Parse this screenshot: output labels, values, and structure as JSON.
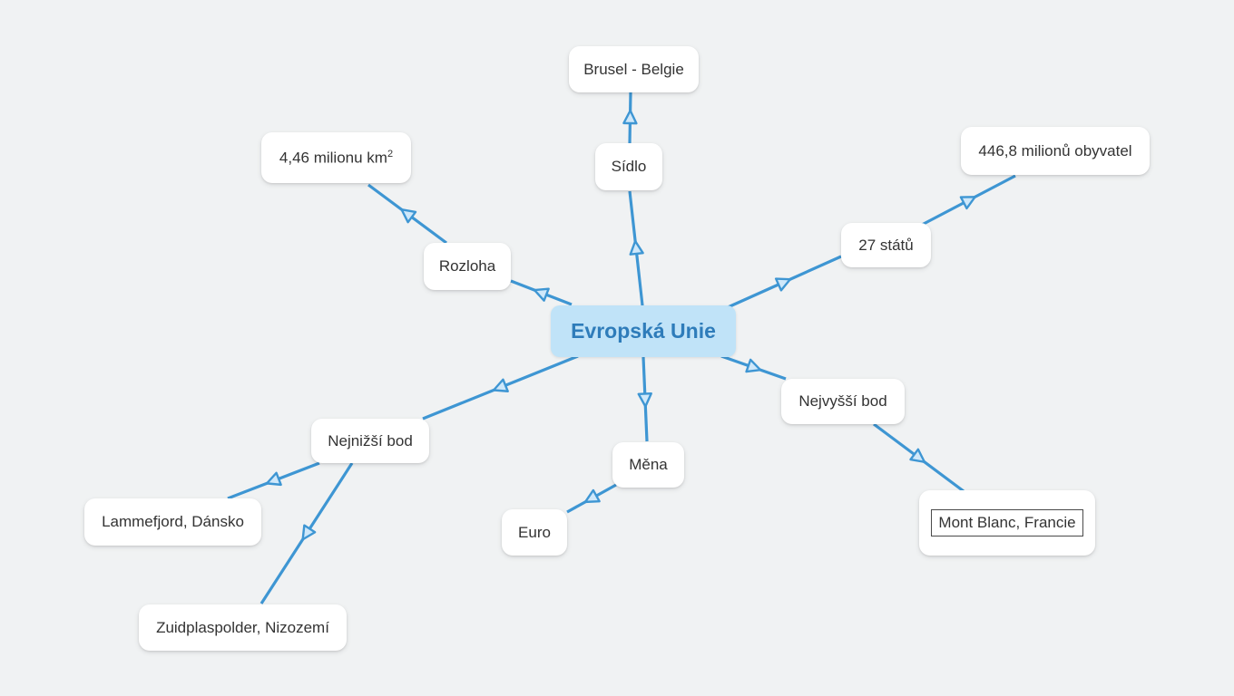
{
  "colors": {
    "canvas-bg": "#f0f2f3",
    "edge-blue": "#3e96d3",
    "arrowhead-fill": "#cfe8fa",
    "center-node-bg": "#c0e3f8",
    "center-node-text": "#2e7cba",
    "node-text": "#333333",
    "node-bg": "#ffffff",
    "editbox-border": "#4a4a4a"
  },
  "mindmap": {
    "root": {
      "label": "Evropská Unie"
    },
    "nodes": {
      "sidlo": {
        "label": "Sídlo"
      },
      "brusel": {
        "label": "Brusel - Belgie"
      },
      "rozloha": {
        "label": "Rozloha"
      },
      "rozloha_value": {
        "label": "4,46 milionu km",
        "superscript": "2"
      },
      "staty": {
        "label": "27 států"
      },
      "obyvatele": {
        "label": "446,8 milionů obyvatel"
      },
      "nejvyssi_bod": {
        "label": "Nejvyšší bod"
      },
      "mont_blanc": {
        "label": "Mont Blanc, Francie"
      },
      "mena": {
        "label": "Měna"
      },
      "euro": {
        "label": "Euro"
      },
      "nejnizsi_bod": {
        "label": "Nejnižší bod"
      },
      "lammefjord": {
        "label": "Lammefjord, Dánsko"
      },
      "zuidplaspolder": {
        "label": "Zuidplaspolder, Nizozemí"
      }
    }
  }
}
